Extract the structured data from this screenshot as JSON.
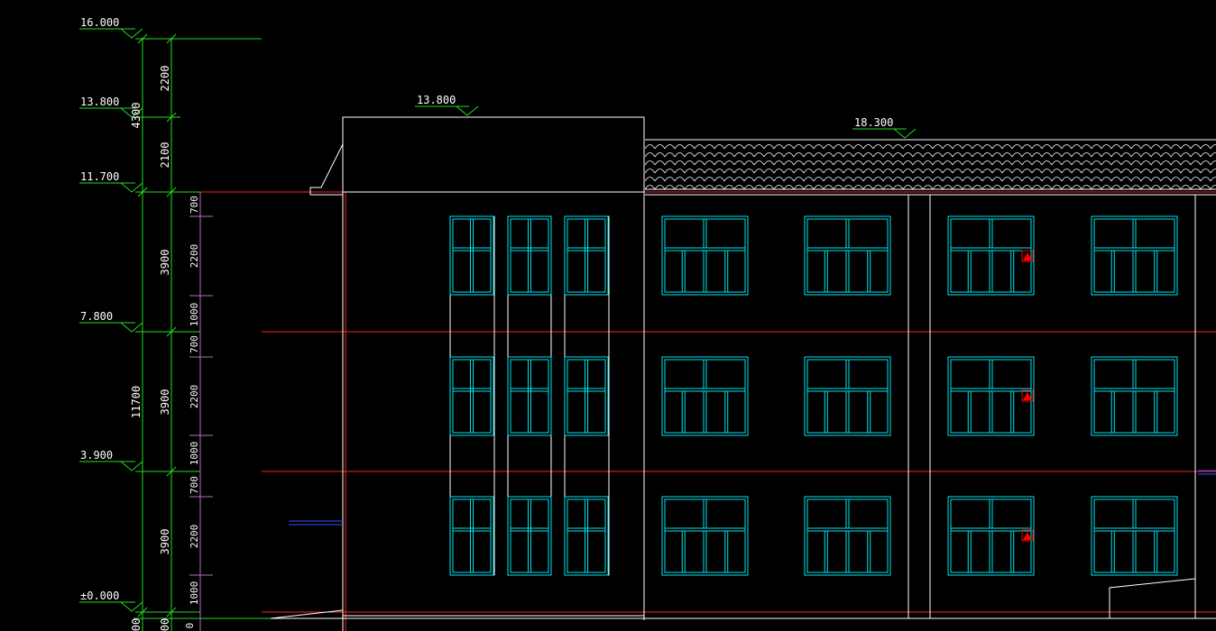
{
  "drawing": {
    "levels_left": [
      "16.000",
      "13.800",
      "11.700",
      "7.800",
      "3.900",
      "±0.000"
    ],
    "level_roof_top": "13.800",
    "level_ridge": "18.300",
    "dims_overall": [
      "4300",
      "11700"
    ],
    "dims_floor": [
      "2200",
      "2100",
      "3900",
      "3900",
      "3900"
    ],
    "dims_window_bands": [
      "700",
      "2200",
      "1000",
      "700",
      "2200",
      "1000",
      "700",
      "2200",
      "1000"
    ],
    "dims_bottom_cut": [
      "00",
      "00",
      "0"
    ]
  },
  "colors": {
    "background": "#000000",
    "outline": "#ffffff",
    "window": "#00e5ee",
    "floor_line": "#ff2020",
    "dim_green": "#22dd22",
    "dim_purple": "#b070c0",
    "marker": "#ff0000",
    "accent_blue": "#3050ff"
  }
}
